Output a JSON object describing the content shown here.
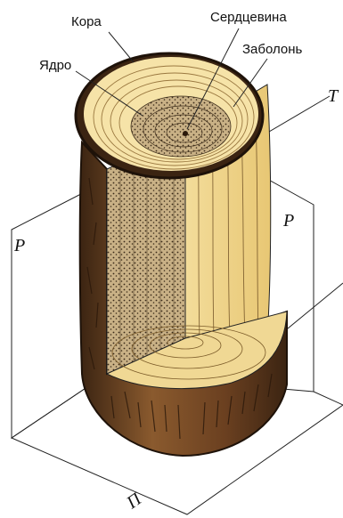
{
  "labels": {
    "bark": "Кора",
    "pith": "Сердцевина",
    "sapwood": "Заболонь",
    "heartwood": "Ядро"
  },
  "planes": {
    "tangential": "T",
    "radial_left": "P",
    "radial_right": "P",
    "cross": "П"
  },
  "colors": {
    "bark_dark": "#3b2412",
    "bark_mid": "#7a4a25",
    "bark_light": "#a8794a",
    "wood_light": "#f6e3a8",
    "wood_mid": "#eccf83",
    "heart_grain": "#4a3520",
    "line": "#222222"
  }
}
